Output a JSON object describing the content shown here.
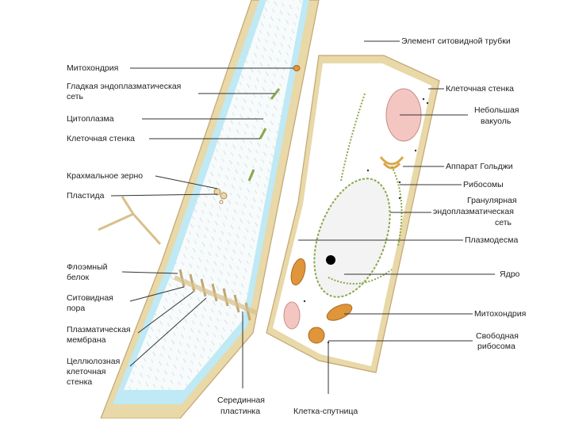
{
  "labels_left": {
    "mitochondria": "Митохондрия",
    "smooth_er_1": "Гладкая эндоплазматическая",
    "smooth_er_2": "сеть",
    "cytoplasm": "Цитоплазма",
    "cell_wall": "Клеточная стенка",
    "starch_grain": "Крахмальное зерно",
    "plastid": "Пластида",
    "phloem_protein_1": "Флоэмный",
    "phloem_protein_2": "белок",
    "sieve_pore_1": "Ситовидная",
    "sieve_pore_2": "пора",
    "plasma_membrane_1": "Плазматическая",
    "plasma_membrane_2": "мембрана",
    "cellulose_wall_1": "Целлюлозная",
    "cellulose_wall_2": "клеточная",
    "cellulose_wall_3": "стенка"
  },
  "labels_right": {
    "sieve_tube_element": "Элемент ситовидной трубки",
    "cell_wall": "Клеточная стенка",
    "small_vacuole_1": "Небольшая",
    "small_vacuole_2": "вакуоль",
    "golgi": "Аппарат Гольджи",
    "ribosomes": "Рибосомы",
    "rough_er_1": "Гранулярная",
    "rough_er_2": "эндоплазматическая",
    "rough_er_3": "сеть",
    "plasmodesma": "Плазмодесма",
    "nucleus": "Ядро",
    "mitochondria": "Митохондрия",
    "free_ribosome_1": "Свободная",
    "free_ribosome_2": "рибосома"
  },
  "labels_bottom": {
    "middle_lamella_1": "Серединная",
    "middle_lamella_2": "пластинка",
    "companion_cell": "Клетка-спутница"
  },
  "colors": {
    "cell_wall": "#e9d8a8",
    "wall_outline": "#c2a672",
    "membrane_blue": "#bfe9f4",
    "er_green": "#8aa84a",
    "mito_orange": "#e0953a",
    "vacuole_pink": "#f4c6c2",
    "nucleus_green": "#9fbf5a"
  }
}
